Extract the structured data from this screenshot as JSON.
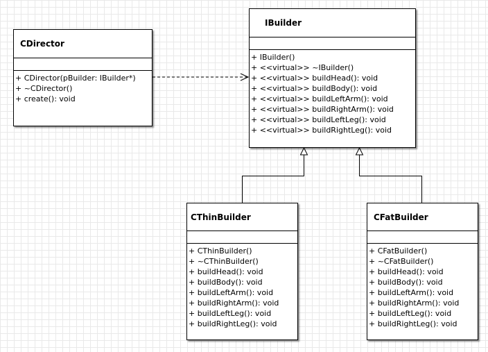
{
  "classes": {
    "director": {
      "name": "CDirector",
      "operations": [
        "+ CDirector(pBuilder: IBuilder*)",
        "+ ~CDirector()",
        "+ create(): void"
      ]
    },
    "ibuilder": {
      "name": "IBuilder",
      "operations": [
        "+ IBuilder()",
        "+ <<virtual>> ~IBuilder()",
        "+ <<virtual>> buildHead(): void",
        "+ <<virtual>> buildBody(): void",
        "+ <<virtual>> buildLeftArm(): void",
        "+ <<virtual>> buildRightArm(): void",
        "+ <<virtual>> buildLeftLeg(): void",
        "+ <<virtual>> buildRightLeg(): void"
      ]
    },
    "thin": {
      "name": "CThinBuilder",
      "operations": [
        "+ CThinBuilder()",
        "+ ~CThinBuilder()",
        "+ buildHead(): void",
        "+ buildBody(): void",
        "+ buildLeftArm(): void",
        "+ buildRightArm(): void",
        "+ buildLeftLeg(): void",
        "+ buildRightLeg(): void"
      ]
    },
    "fat": {
      "name": "CFatBuilder",
      "operations": [
        "+ CFatBuilder()",
        "+ ~CFatBuilder()",
        "+ buildHead(): void",
        "+ buildBody(): void",
        "+ buildLeftArm(): void",
        "+ buildRightArm(): void",
        "+ buildLeftLeg(): void",
        "+ buildRightLeg(): void"
      ]
    }
  }
}
